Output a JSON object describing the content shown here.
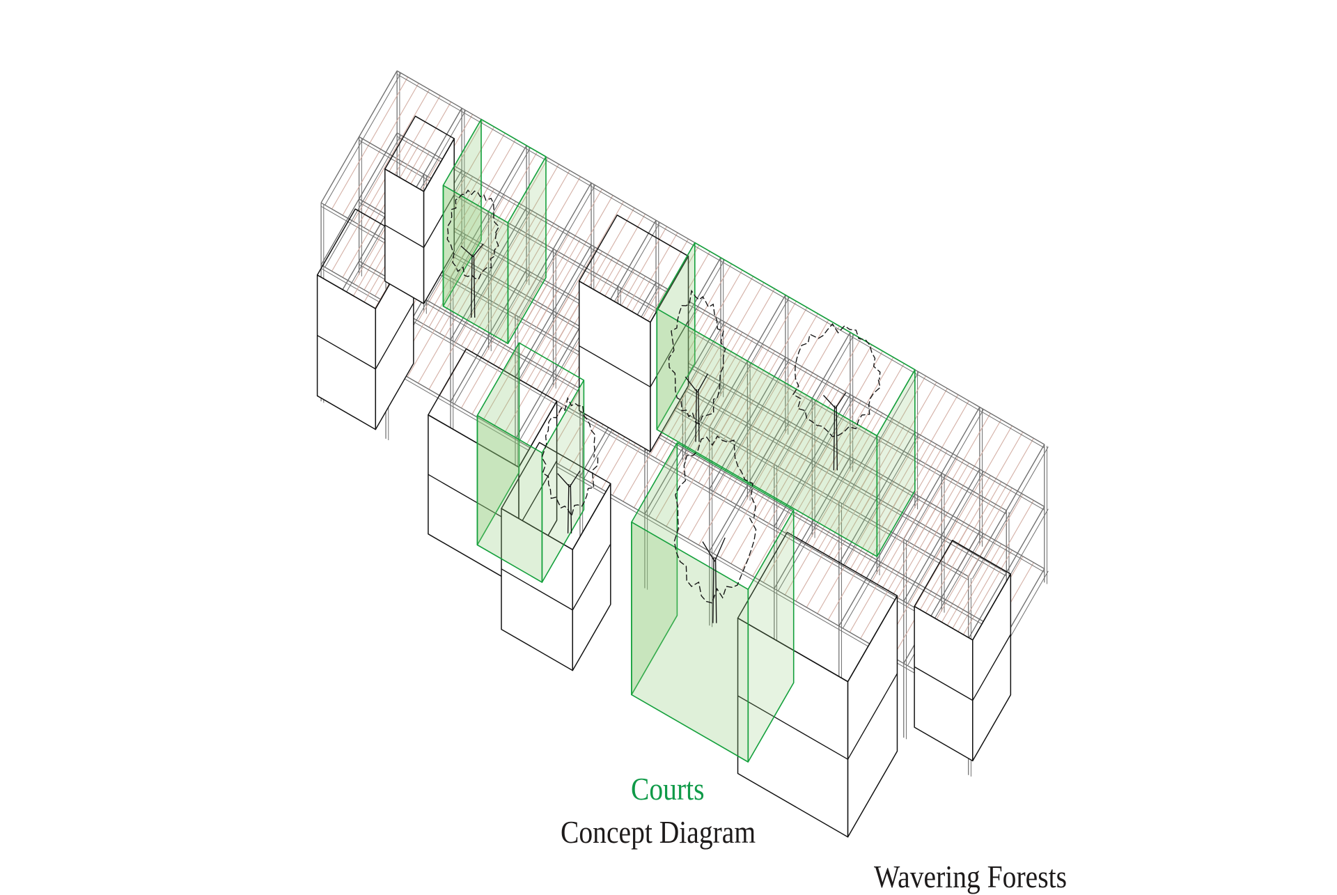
{
  "diagram": {
    "subject": "Wavering Forests",
    "highlight_label": "Courts",
    "caption": "Concept Diagram",
    "project": "Wavering Forests"
  },
  "colors": {
    "court_fill": "#8cc878",
    "court_stroke": "#14a03c",
    "frame_stroke": "#6e6e6e",
    "joist_stroke": "#d4b0a6",
    "box_stroke": "#111111",
    "highlight_text": "#0f9a48",
    "text": "#1d1a1a"
  }
}
